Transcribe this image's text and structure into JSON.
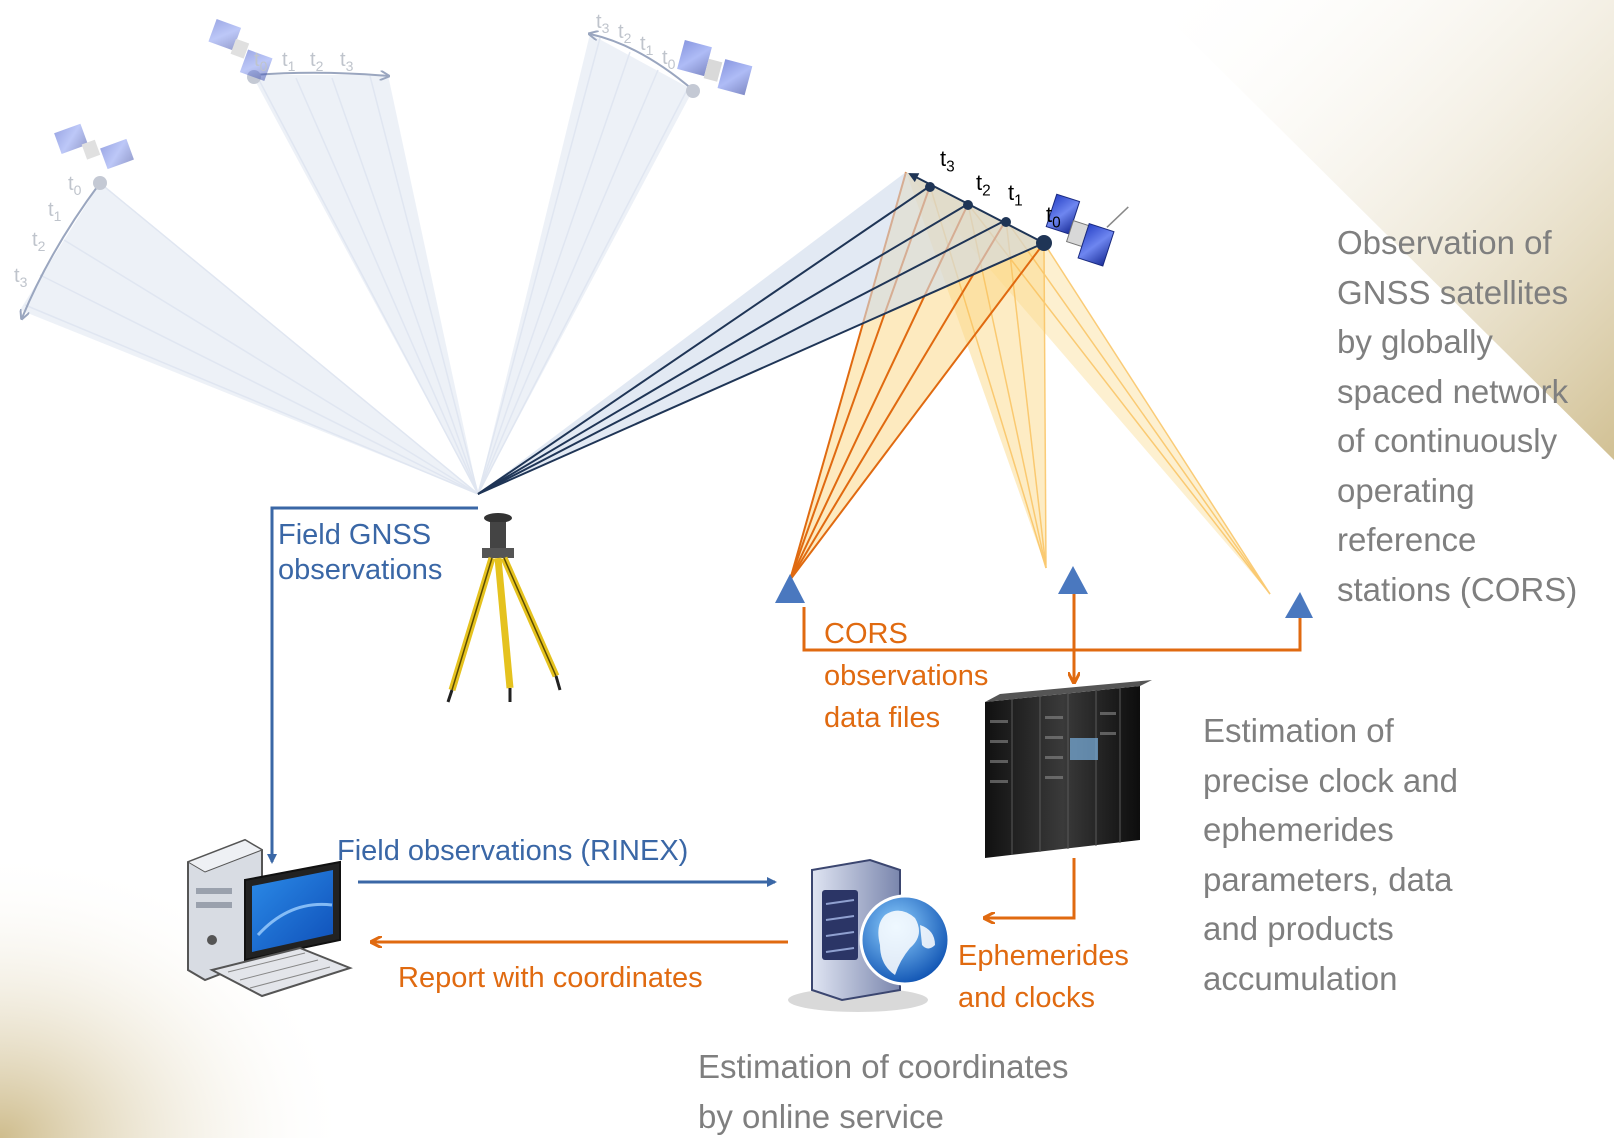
{
  "colors": {
    "blue": "#3a67a6",
    "orange": "#e06a10",
    "gray_text": "#7f7f7f",
    "navy_line": "#1f3556",
    "beige": "#c9b580"
  },
  "time_labels": {
    "t0": "t0",
    "t1": "t1",
    "t2": "t2",
    "t3": "t3"
  },
  "labels": {
    "field_gnss": "Field GNSS\nobservations",
    "cors_files": "CORS\nobservations\ndata files",
    "field_rinex": "Field observations (RINEX)",
    "report": "Report with coordinates",
    "ephemerides": "Ephemerides\nand clocks",
    "cors_network": "Observation of\nGNSS satellites\nby globally\nspaced network\nof continuously\noperating\nreference\nstations (CORS)",
    "estimation_clock": "Estimation of\nprecise clock and\nephemerides\nparameters, data\nand products\naccumulation",
    "estimation_coords": "Estimation of coordinates\nby online service"
  },
  "icons": {
    "satellite": "satellite-icon",
    "tripod": "gnss-receiver-tripod-icon",
    "server_rack": "server-rack-icon",
    "web_server": "web-server-icon",
    "computer": "desktop-computer-icon",
    "station": "reference-station-triangle-icon"
  }
}
